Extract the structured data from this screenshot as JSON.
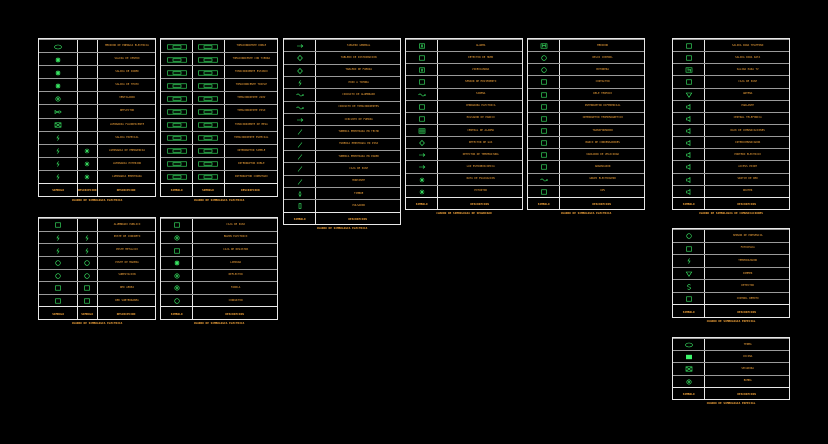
{
  "symbol_color": "#3cf56a",
  "text_color": "#f2a33a",
  "line_color": "#e8e8e8",
  "tables": [
    {
      "id": "t1",
      "cols": 3,
      "header": [
        "SIMBOLO",
        "DESCRIPCION",
        "DESCRIPCION"
      ],
      "caption": "CUADRO DE SIMBOLOGIA ELECTRICA",
      "rows": [
        {
          "s": [
            "oval-icon",
            ""
          ],
          "t": "MEDIDOR DE ENERGIA ELECTRICA"
        },
        {
          "s": [
            "star-icon",
            ""
          ],
          "t": "SALIDA DE CENTRO"
        },
        {
          "s": [
            "star-icon",
            ""
          ],
          "t": "SALIDA DE PARED"
        },
        {
          "s": [
            "star-icon",
            ""
          ],
          "t": "SALIDA DE TECHO"
        },
        {
          "s": [
            "gear-icon",
            ""
          ],
          "t": "VENTILADOR"
        },
        {
          "s": [
            "fish-icon",
            ""
          ],
          "t": "REFLECTOR"
        },
        {
          "s": [
            "box-x-icon",
            ""
          ],
          "t": "LUMINARIA FLUORESCENTE"
        },
        {
          "s": [
            "bolt-icon",
            ""
          ],
          "t": "SALIDA ESPECIAL"
        },
        {
          "s": [
            "bolt-icon",
            "cross-icon"
          ],
          "t": "LUMINARIA DE EMERGENCIA"
        },
        {
          "s": [
            "bolt-icon",
            "cross-icon"
          ],
          "t": "LUMINARIA EXTERIOR"
        },
        {
          "s": [
            "bolt-icon",
            "cross-icon"
          ],
          "t": "LUMINARIA EMPOTRADA"
        }
      ]
    },
    {
      "id": "t2",
      "cols": 3,
      "header": [
        "SIMBOLO",
        "SIMBOLO",
        "DESCRIPCION"
      ],
      "caption": "CUADRO DE SIMBOLOGIA ELECTRICA",
      "rows": [
        {
          "s": [
            "rect-icon",
            "rect-icon"
          ],
          "t": "TOMACORRIENTE DOBLE"
        },
        {
          "s": [
            "rect-icon",
            "rect-icon"
          ],
          "t": "TOMACORRIENTE CON TIERRA"
        },
        {
          "s": [
            "rect-icon",
            "rect-icon"
          ],
          "t": "TOMACORRIENTE ESTANCO"
        },
        {
          "s": [
            "rect-icon",
            "rect-icon"
          ],
          "t": "TOMACORRIENTE TRIPLE"
        },
        {
          "s": [
            "rect-icon",
            "rect-icon"
          ],
          "t": "TOMACORRIENTE 220V"
        },
        {
          "s": [
            "rect-icon",
            "rect-icon"
          ],
          "t": "TOMACORRIENTE PISO"
        },
        {
          "s": [
            "rect-icon",
            "rect-icon"
          ],
          "t": "TOMACORRIENTE DE MESA"
        },
        {
          "s": [
            "rect-icon",
            "rect-icon"
          ],
          "t": "TOMACORRIENTE ESPECIAL"
        },
        {
          "s": [
            "rect-icon",
            "rect-icon"
          ],
          "t": "INTERRUPTOR SIMPLE"
        },
        {
          "s": [
            "rect-icon",
            "rect-icon"
          ],
          "t": "INTERRUPTOR DOBLE"
        },
        {
          "s": [
            "rect-icon",
            "rect-icon"
          ],
          "t": "INTERRUPTOR CONMUTADO"
        }
      ]
    },
    {
      "id": "t3",
      "cols": 2,
      "header": [
        "SIMBOLO",
        "DESCRIPCION"
      ],
      "caption": "CUADRO DE SIMBOLOGIA ELECTRICA",
      "rows": [
        {
          "s": [
            "arrow-icon"
          ],
          "t": "TABLERO GENERAL"
        },
        {
          "s": [
            "diamond-icon"
          ],
          "t": "TABLERO DE DISTRIBUCION"
        },
        {
          "s": [
            "diamond-icon"
          ],
          "t": "TABLERO DE FUERZA"
        },
        {
          "s": [
            "bolt-icon"
          ],
          "t": "POZO A TIERRA"
        },
        {
          "s": [
            "wave-icon"
          ],
          "t": "CIRCUITO DE ALUMBRADO"
        },
        {
          "s": [
            "wave-icon"
          ],
          "t": "CIRCUITO DE TOMACORRIENTES"
        },
        {
          "s": [
            "arrow-icon"
          ],
          "t": "CIRCUITO DE FUERZA"
        },
        {
          "s": [
            "slash-icon"
          ],
          "t": "TUBERIA EMPOTRADA EN TECHO"
        },
        {
          "s": [
            "slash-icon"
          ],
          "t": "TUBERIA EMPOTRADA EN PISO"
        },
        {
          "s": [
            "slash-icon"
          ],
          "t": "TUBERIA EMPOTRADA EN PARED"
        },
        {
          "s": [
            "slash-icon"
          ],
          "t": "CAJA DE PASE"
        },
        {
          "s": [
            "slash-icon"
          ],
          "t": "MONTANTE"
        },
        {
          "s": [
            "drop-icon"
          ],
          "t": "TIMBRE"
        },
        {
          "s": [
            "bar-icon"
          ],
          "t": "PULSADOR"
        }
      ]
    },
    {
      "id": "t4",
      "cols": 2,
      "header": [
        "SIMBOLO",
        "DESCRIPCION"
      ],
      "caption": "CUADRO DE SIMBOLOGIA DE SEGURIDAD",
      "rows": [
        {
          "s": [
            "sq-a-icon"
          ],
          "t": "ALARMA"
        },
        {
          "s": [
            "sq-icon"
          ],
          "t": "DETECTOR DE HUMO"
        },
        {
          "s": [
            "sq-v-icon"
          ],
          "t": "VIDEOCAMARA"
        },
        {
          "s": [
            "sq-icon"
          ],
          "t": "SENSOR DE MOVIMIENTO"
        },
        {
          "s": [
            "wave-icon"
          ],
          "t": "SIRENA"
        },
        {
          "s": [
            "sq-icon"
          ],
          "t": "CERRADURA ELECTRICA"
        },
        {
          "s": [
            "sq-icon"
          ],
          "t": "PULSADOR DE PANICO"
        },
        {
          "s": [
            "grid-icon"
          ],
          "t": "CENTRAL DE ALARMA"
        },
        {
          "s": [
            "diamond-icon"
          ],
          "t": "DETECTOR DE GAS"
        },
        {
          "s": [
            "arrow-icon"
          ],
          "t": "DETECTOR DE TEMPERATURA"
        },
        {
          "s": [
            "arrow-icon"
          ],
          "t": "LUZ ESTROBOSCOPICA"
        },
        {
          "s": [
            "cross-icon"
          ],
          "t": "RUTA DE EVACUACION"
        },
        {
          "s": [
            "cross-icon"
          ],
          "t": "EXTINTOR"
        }
      ]
    },
    {
      "id": "t5",
      "cols": 2,
      "header": [
        "SIMBOLO",
        "DESCRIPCION"
      ],
      "caption": "CUADRO DE SIMBOLOGIA ELECTRICA",
      "rows": [
        {
          "s": [
            "sq-m-icon"
          ],
          "t": "MEDIDOR"
        },
        {
          "s": [
            "circle-icon"
          ],
          "t": "RELOJ CONTROL"
        },
        {
          "s": [
            "circle-icon"
          ],
          "t": "BOTONERA"
        },
        {
          "s": [
            "sq-icon"
          ],
          "t": "CONTACTOR"
        },
        {
          "s": [
            "sq-icon"
          ],
          "t": "RELE TERMICO"
        },
        {
          "s": [
            "sq-icon"
          ],
          "t": "INTERRUPTOR DIFERENCIAL"
        },
        {
          "s": [
            "sq-icon"
          ],
          "t": "INTERRUPTOR TERMOMAGNETICO"
        },
        {
          "s": [
            "sq-icon"
          ],
          "t": "TRANSFORMADOR"
        },
        {
          "s": [
            "sq-icon"
          ],
          "t": "BANCO DE CONDENSADORES"
        },
        {
          "s": [
            "sq-icon"
          ],
          "t": "VARIADOR DE VELOCIDAD"
        },
        {
          "s": [
            "sq-icon"
          ],
          "t": "ARRANCADOR"
        },
        {
          "s": [
            "wave-icon"
          ],
          "t": "GRUPO ELECTROGENO"
        },
        {
          "s": [
            "sq-icon"
          ],
          "t": "UPS"
        }
      ]
    },
    {
      "id": "t6",
      "cols": 2,
      "header": [
        "SIMBOLO",
        "DESCRIPCION"
      ],
      "caption": "CUADRO DE SIMBOLOGIA DE COMUNICACIONES",
      "rows": [
        {
          "s": [
            "sq-icon"
          ],
          "t": "SALIDA PARA TELEFONO"
        },
        {
          "s": [
            "sq-icon"
          ],
          "t": "SALIDA PARA DATA"
        },
        {
          "s": [
            "sq-tv-icon"
          ],
          "t": "SALIDA PARA TV"
        },
        {
          "s": [
            "sq-icon"
          ],
          "t": "CAJA DE PASE"
        },
        {
          "s": [
            "tri-icon"
          ],
          "t": "ANTENA"
        },
        {
          "s": [
            "speaker-icon"
          ],
          "t": "PARLANTE"
        },
        {
          "s": [
            "speaker-icon"
          ],
          "t": "CENTRAL TELEFONICA"
        },
        {
          "s": [
            "speaker-icon"
          ],
          "t": "RACK DE COMUNICACIONES"
        },
        {
          "s": [
            "speaker-icon"
          ],
          "t": "INTERCOMUNICADOR"
        },
        {
          "s": [
            "speaker-icon"
          ],
          "t": "PORTERO ELECTRICO"
        },
        {
          "s": [
            "speaker-icon"
          ],
          "t": "ACCESS POINT"
        },
        {
          "s": [
            "speaker-icon"
          ],
          "t": "SWITCH DE RED"
        },
        {
          "s": [
            "speaker-icon"
          ],
          "t": "ROUTER"
        }
      ]
    },
    {
      "id": "t7",
      "cols": 3,
      "header": [
        "SIMBOLO",
        "SIMBOLO",
        "DESCRIPCION"
      ],
      "caption": "CUADRO DE SIMBOLOGIA ELECTRICA",
      "rows": [
        {
          "s": [
            "sq-icon",
            ""
          ],
          "t": "ALUMBRADO PUBLICO"
        },
        {
          "s": [
            "bolt-icon",
            "bolt-icon"
          ],
          "t": "POSTE DE CONCRETO"
        },
        {
          "s": [
            "bolt-icon",
            "bolt-icon"
          ],
          "t": "POSTE METALICO"
        },
        {
          "s": [
            "circle-icon",
            "circle-icon"
          ],
          "t": "POSTE DE MADERA"
        },
        {
          "s": [
            "circle-icon",
            "circle-icon"
          ],
          "t": "SUBESTACION"
        },
        {
          "s": [
            "sq-icon",
            "sq-icon"
          ],
          "t": "RED AEREA"
        },
        {
          "s": [
            "sq-icon",
            "sq-icon"
          ],
          "t": "RED SUBTERRANEA"
        }
      ]
    },
    {
      "id": "t8",
      "cols": 2,
      "header": [
        "SIMBOLO",
        "DESCRIPCION"
      ],
      "caption": "CUADRO DE SIMBOLOGIA ELECTRICA",
      "rows": [
        {
          "s": [
            "sq-icon"
          ],
          "t": "CAJA DE PASO"
        },
        {
          "s": [
            "gear-icon"
          ],
          "t": "BUZON ELECTRICO"
        },
        {
          "s": [
            "sq-icon"
          ],
          "t": "CAJA DE REGISTRO"
        },
        {
          "s": [
            "star-icon"
          ],
          "t": "LAMPARA"
        },
        {
          "s": [
            "gear-icon"
          ],
          "t": "REFLECTOR"
        },
        {
          "s": [
            "gear-icon"
          ],
          "t": "FAROLA"
        },
        {
          "s": [
            "circle-icon"
          ],
          "t": "CONDUCTOR"
        }
      ]
    },
    {
      "id": "t9",
      "cols": 2,
      "header": [
        "SIMBOLO",
        "DESCRIPCION"
      ],
      "caption": "CUADRO DE SIMBOLOGIA ESPECIAL",
      "rows": [
        {
          "s": [
            "circle-icon"
          ],
          "t": "SENSOR DE PRESENCIA"
        },
        {
          "s": [
            "sq-icon"
          ],
          "t": "FOTOCELDA"
        },
        {
          "s": [
            "bolt-icon"
          ],
          "t": "TEMPORIZADOR"
        },
        {
          "s": [
            "tri-icon"
          ],
          "t": "DIMMER"
        },
        {
          "s": [
            "s-icon"
          ],
          "t": "DETECTOR"
        },
        {
          "s": [
            "sq-icon"
          ],
          "t": "CONTROL REMOTO"
        }
      ]
    },
    {
      "id": "t10",
      "cols": 2,
      "header": [
        "SIMBOLO",
        "DESCRIPCION"
      ],
      "caption": "CUADRO DE SIMBOLOGIA ESPECIAL",
      "rows": [
        {
          "s": [
            "oval-icon"
          ],
          "t": "TERMA"
        },
        {
          "s": [
            "solid-icon"
          ],
          "t": "COCINA"
        },
        {
          "s": [
            "box-x-icon"
          ],
          "t": "SECADORA"
        },
        {
          "s": [
            "gear-icon"
          ],
          "t": "BOMBA"
        }
      ]
    }
  ]
}
